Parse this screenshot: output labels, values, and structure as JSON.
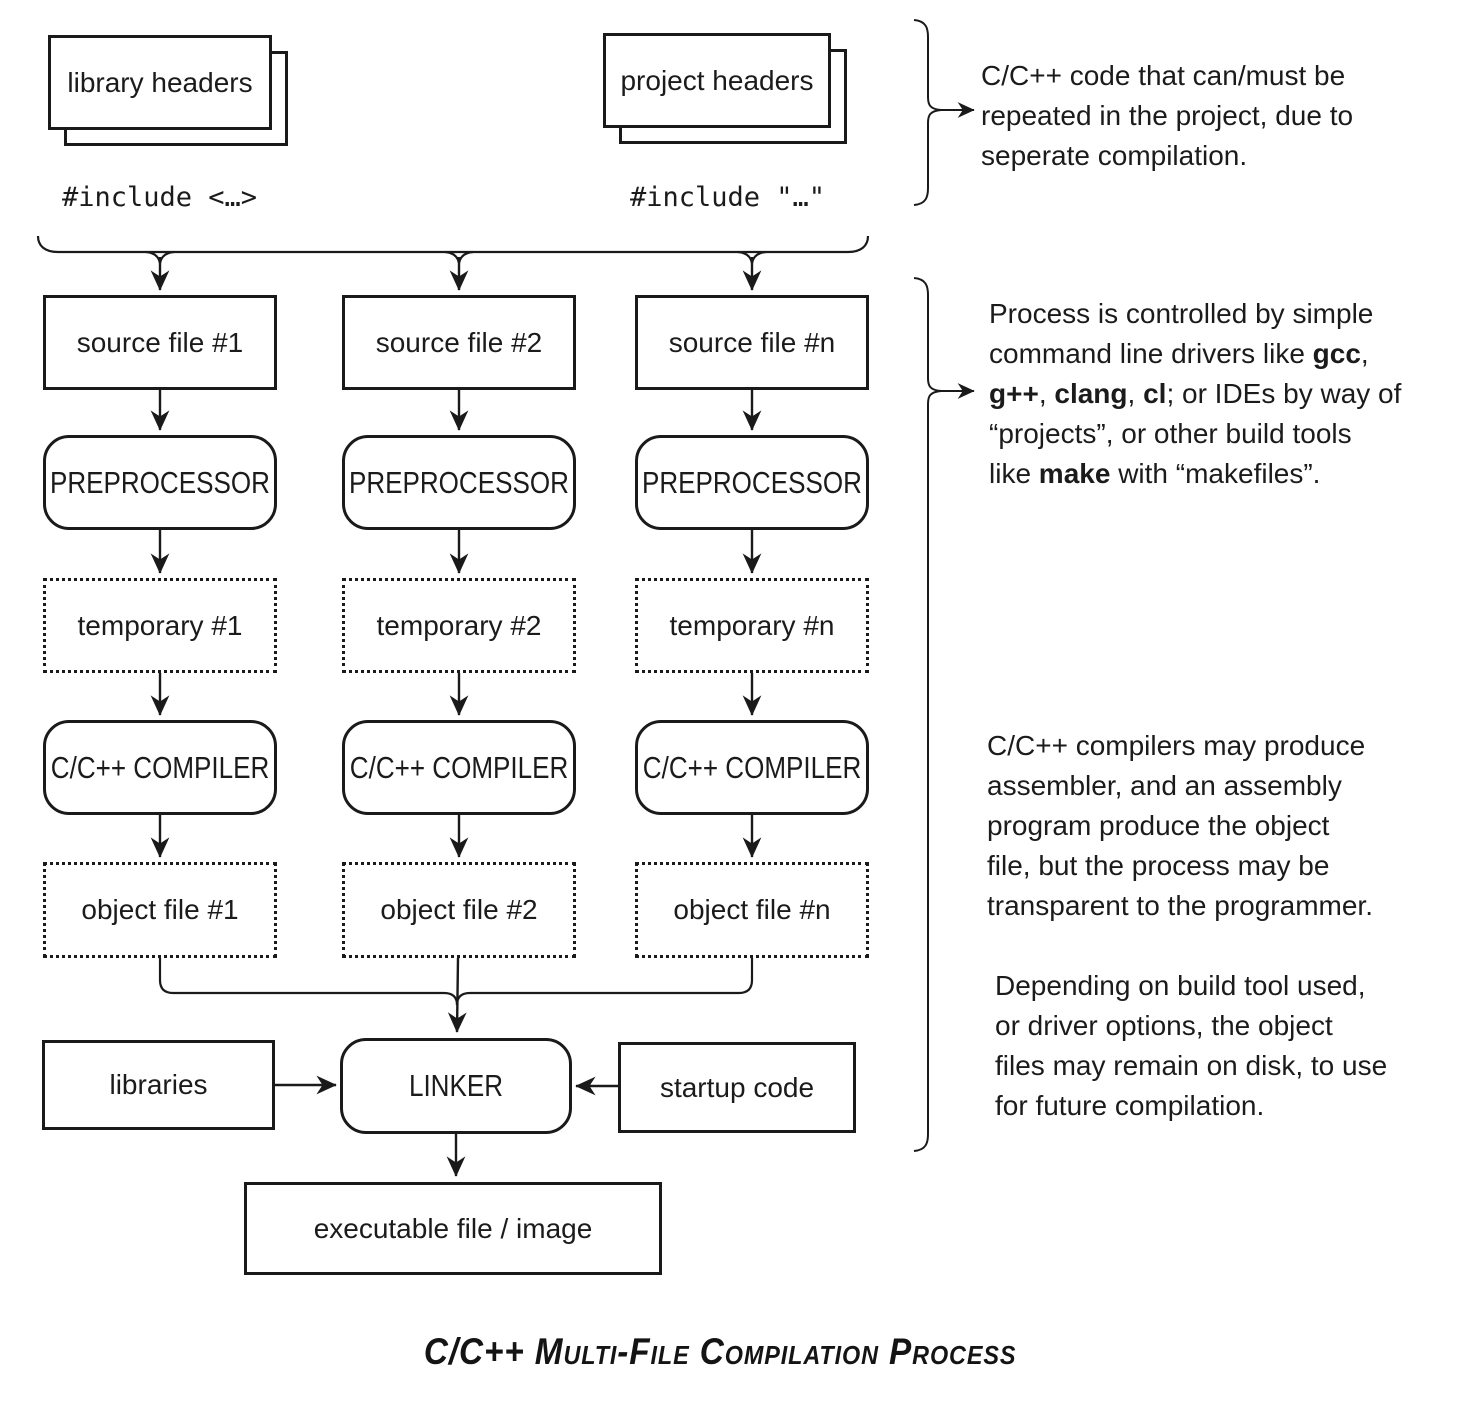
{
  "colors": {
    "ink": "#1b1b1b",
    "background": "#ffffff"
  },
  "headers": {
    "library": {
      "label": "library headers",
      "include": "#include <…>"
    },
    "project": {
      "label": "project headers",
      "include": "#include \"…\""
    }
  },
  "pipeline": {
    "columns": [
      {
        "source": "source file #1",
        "preprocessor": "PREPROCESSOR",
        "temporary": "temporary #1",
        "compiler": "C/C++ COMPILER",
        "object": "object file #1"
      },
      {
        "source": "source file #2",
        "preprocessor": "PREPROCESSOR",
        "temporary": "temporary #2",
        "compiler": "C/C++ COMPILER",
        "object": "object file #2"
      },
      {
        "source": "source file #n",
        "preprocessor": "PREPROCESSOR",
        "temporary": "temporary #n",
        "compiler": "C/C++ COMPILER",
        "object": "object file #n"
      }
    ]
  },
  "link_stage": {
    "libraries": "libraries",
    "linker": "LINKER",
    "startup": "startup code",
    "executable": "executable file / image"
  },
  "annotations": [
    {
      "id": "headers-note",
      "lines": [
        [
          {
            "t": "C/C++ code that can/must be"
          }
        ],
        [
          {
            "t": "repeated in the project, due to"
          }
        ],
        [
          {
            "t": "seperate compilation."
          }
        ]
      ]
    },
    {
      "id": "process-note",
      "lines": [
        [
          {
            "t": "Process is controlled by simple"
          }
        ],
        [
          {
            "t": "command line drivers like "
          },
          {
            "t": "gcc",
            "b": true
          },
          {
            "t": ","
          }
        ],
        [
          {
            "t": "g++",
            "b": true
          },
          {
            "t": ", "
          },
          {
            "t": "clang",
            "b": true
          },
          {
            "t": ", "
          },
          {
            "t": "cl",
            "b": true
          },
          {
            "t": "; or IDEs by way of"
          }
        ],
        [
          {
            "t": "“projects”, or other build tools"
          }
        ],
        [
          {
            "t": "like "
          },
          {
            "t": "make",
            "b": true
          },
          {
            "t": " with “makefiles”."
          }
        ]
      ]
    },
    {
      "id": "compiler-note",
      "lines": [
        [
          {
            "t": "C/C++ compilers may produce"
          }
        ],
        [
          {
            "t": "assembler, and an assembly"
          }
        ],
        [
          {
            "t": "program produce the object"
          }
        ],
        [
          {
            "t": "file, but the process may be"
          }
        ],
        [
          {
            "t": "transparent to the programmer."
          }
        ]
      ]
    },
    {
      "id": "object-note",
      "lines": [
        [
          {
            "t": "Depending on build tool used,"
          }
        ],
        [
          {
            "t": "or driver options, the object"
          }
        ],
        [
          {
            "t": "files may remain on disk, to use"
          }
        ],
        [
          {
            "t": "for future compilation."
          }
        ]
      ]
    }
  ],
  "title": "C/C++ Multi-File Compilation Process"
}
